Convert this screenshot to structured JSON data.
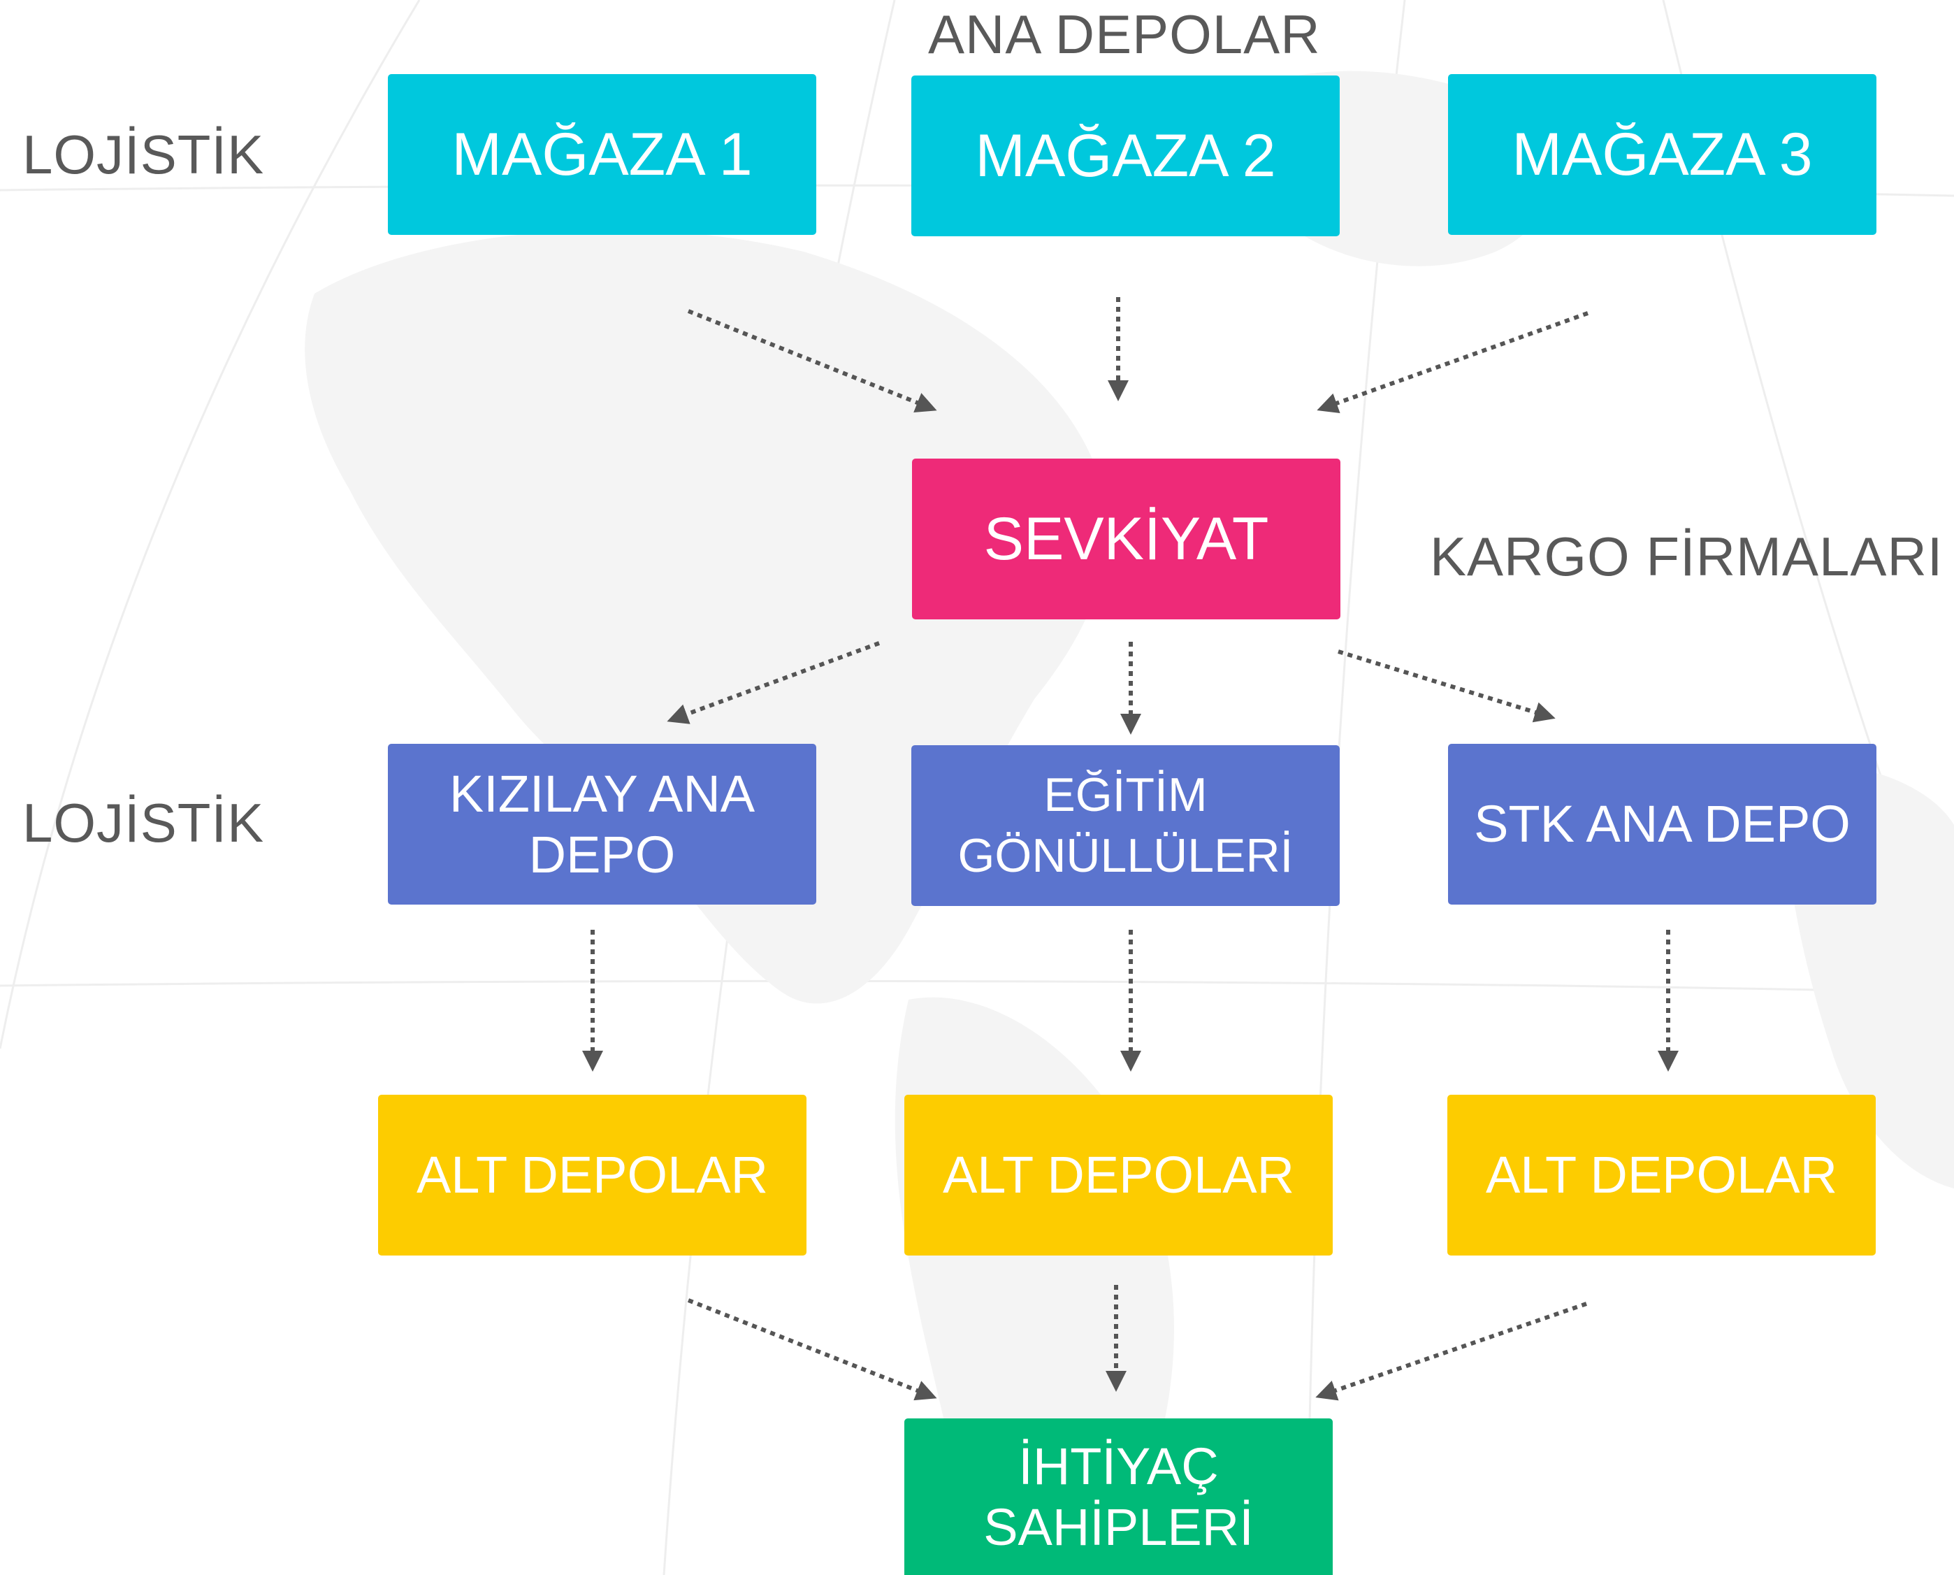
{
  "labels": {
    "ana_depolar": "ANA DEPOLAR",
    "lojistik_top": "LOJİSTİK",
    "kargo_firmalari": "KARGO FİRMALARI",
    "lojistik_mid": "LOJİSTİK"
  },
  "stores": [
    "MAĞAZA 1",
    "MAĞAZA 2",
    "MAĞAZA 3"
  ],
  "shipment": "SEVKİYAT",
  "main_depots": [
    "KIZILAY ANA\nDEPO",
    "EĞİTİM\nGÖNÜLLÜLERİ",
    "STK ANA DEPO"
  ],
  "sub_depots": [
    "ALT DEPOLAR",
    "ALT DEPOLAR",
    "ALT DEPOLAR"
  ],
  "recipients": "İHTİYAÇ\nSAHİPLERİ",
  "colors": {
    "store": "#00c8dd",
    "shipment": "#ee2a78",
    "main_depot": "#5b74ce",
    "sub_depot": "#fdcc00",
    "recipients": "#00ba78",
    "label_text": "#595959",
    "arrow": "#555555"
  }
}
